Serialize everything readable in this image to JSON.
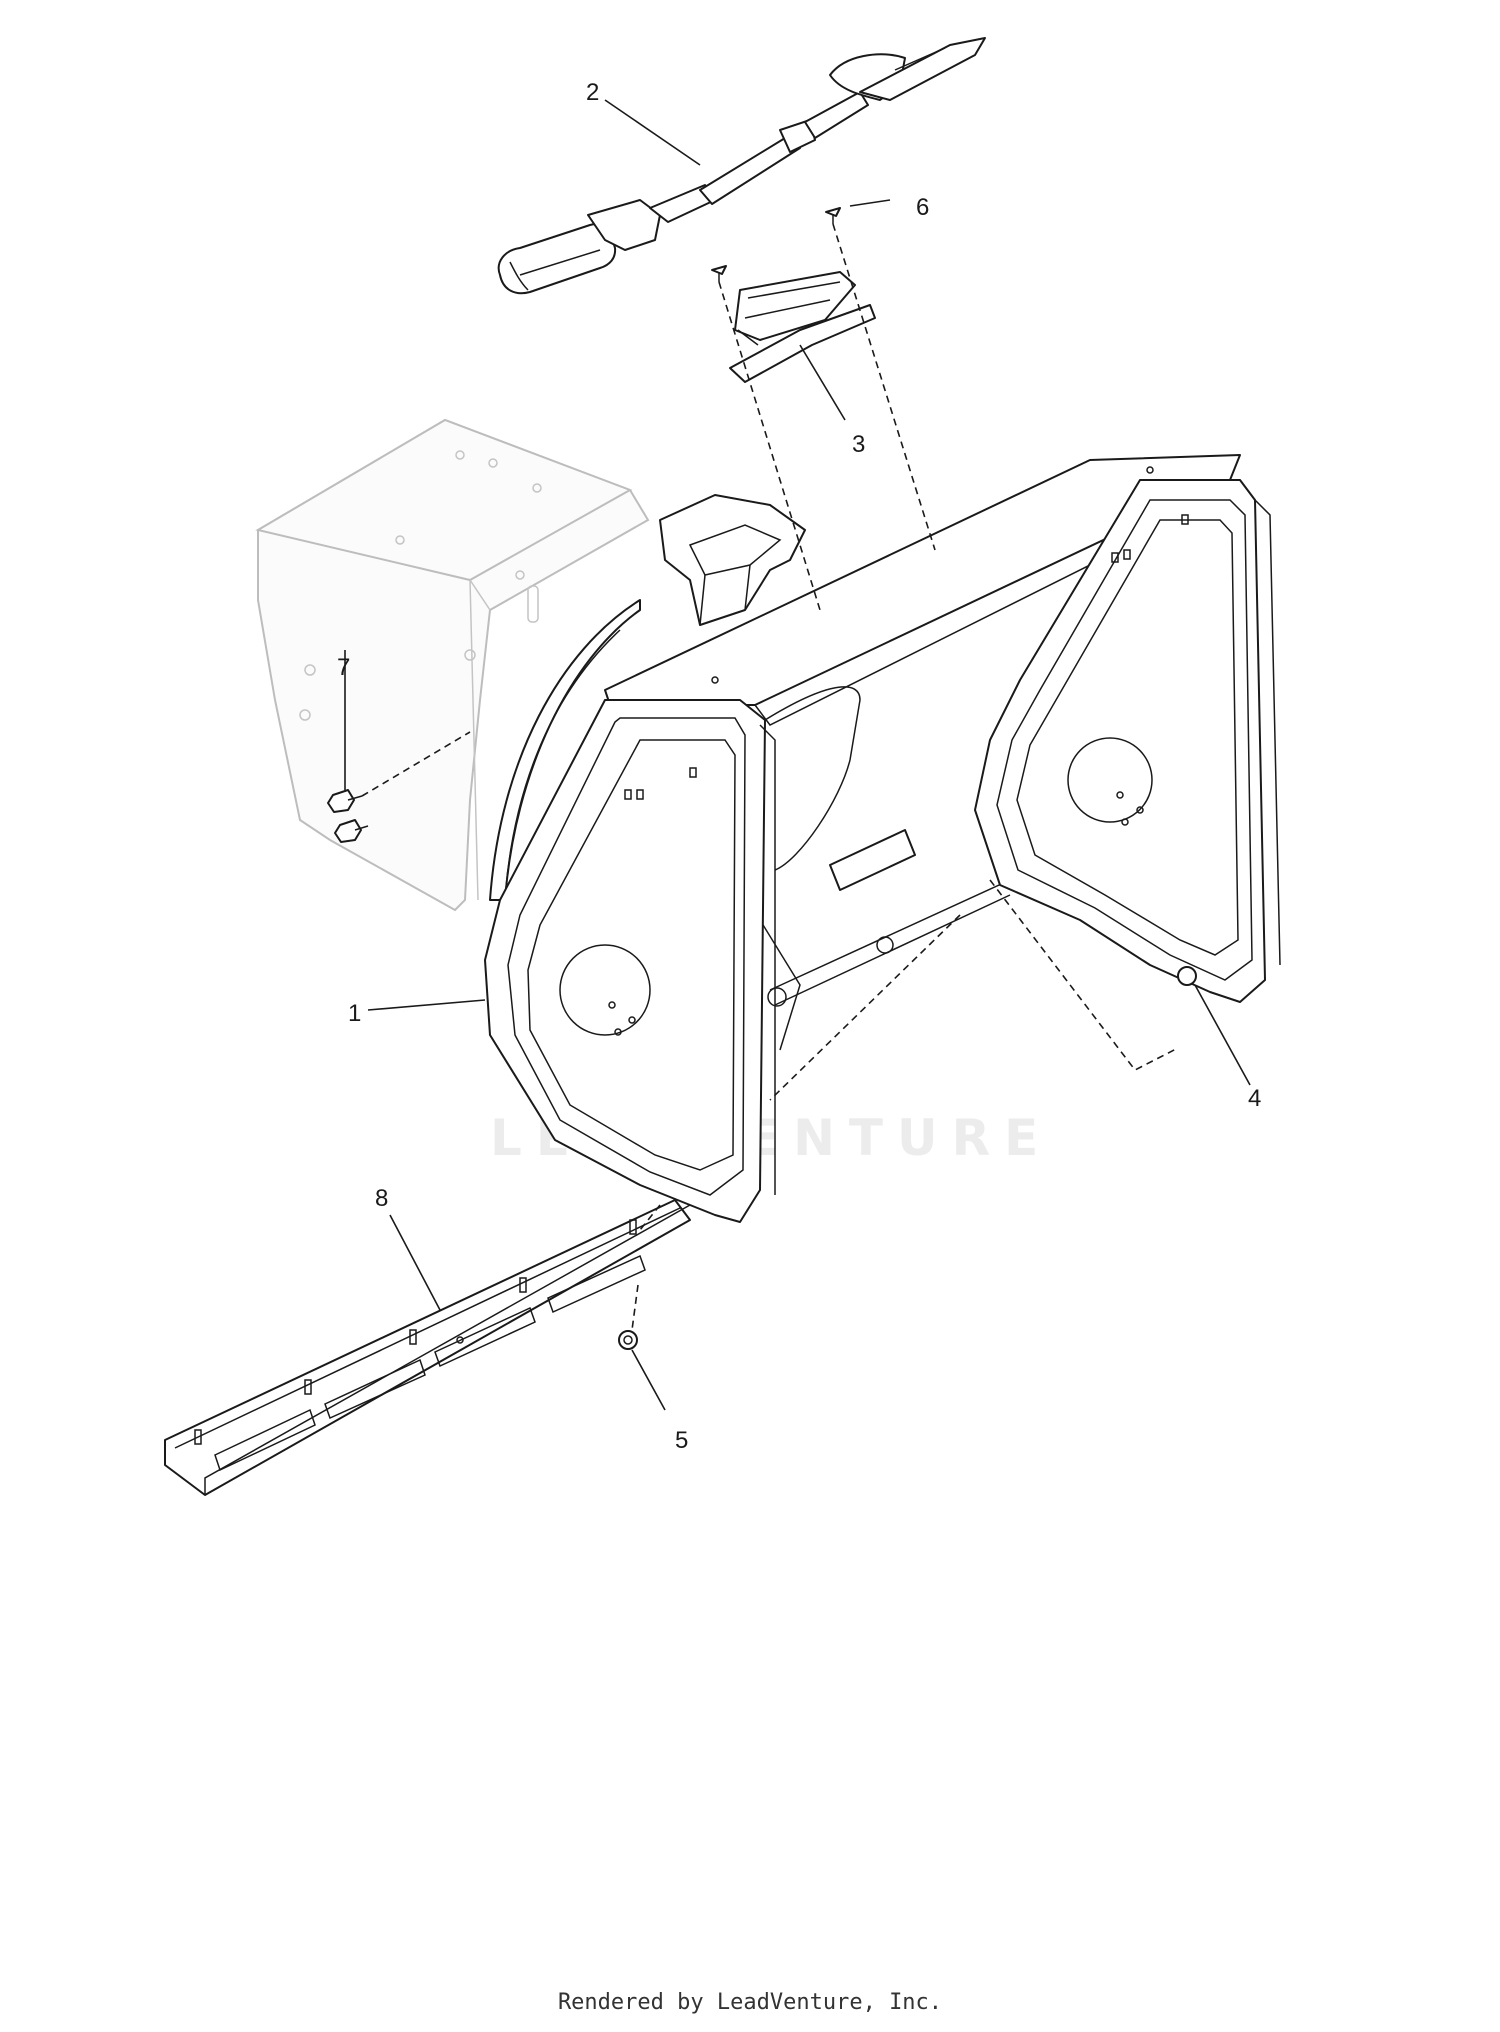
{
  "callouts": [
    {
      "id": "1",
      "label": "1"
    },
    {
      "id": "2",
      "label": "2"
    },
    {
      "id": "3",
      "label": "3"
    },
    {
      "id": "4",
      "label": "4"
    },
    {
      "id": "5",
      "label": "5"
    },
    {
      "id": "6",
      "label": "6"
    },
    {
      "id": "7",
      "label": "7"
    },
    {
      "id": "8",
      "label": "8"
    }
  ],
  "watermark": "LEADVENTURE",
  "footer": "Rendered by LeadVenture, Inc.",
  "colors": {
    "line": "#1a1a1a",
    "ghost": "#bdbdbd",
    "watermark": "#ececec"
  }
}
